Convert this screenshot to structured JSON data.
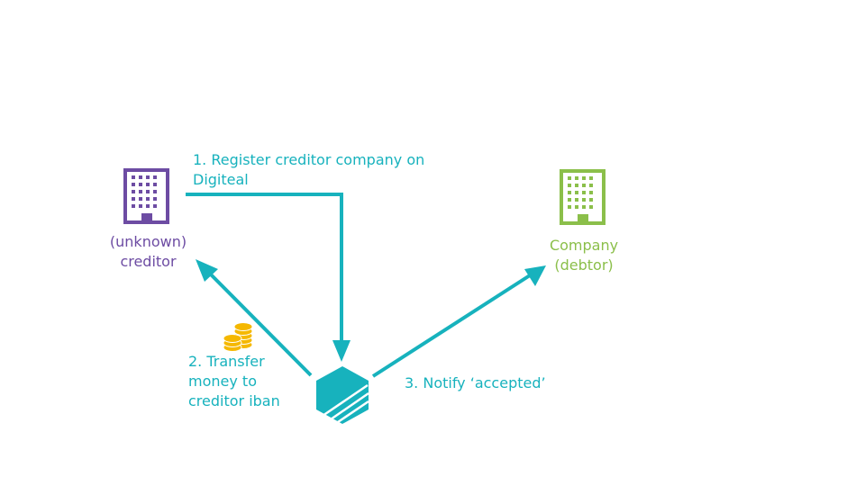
{
  "colors": {
    "accent_teal": "#17b2bd",
    "creditor_purple": "#6d4ca3",
    "debtor_green": "#8bbf4a",
    "coin_gold": "#f5b800"
  },
  "creditor": {
    "label": "(unknown)\ncreditor",
    "icon": "office-building-icon"
  },
  "debtor": {
    "label": "Company\n(debtor)",
    "icon": "office-building-icon"
  },
  "platform": {
    "icon": "digiteal-hexagon-logo"
  },
  "steps": [
    {
      "label": "1. Register creditor company on\nDigiteal"
    },
    {
      "label": "2. Transfer\nmoney to\ncreditor iban",
      "icon": "coins-icon"
    },
    {
      "label": "3. Notify ‘accepted’"
    }
  ]
}
